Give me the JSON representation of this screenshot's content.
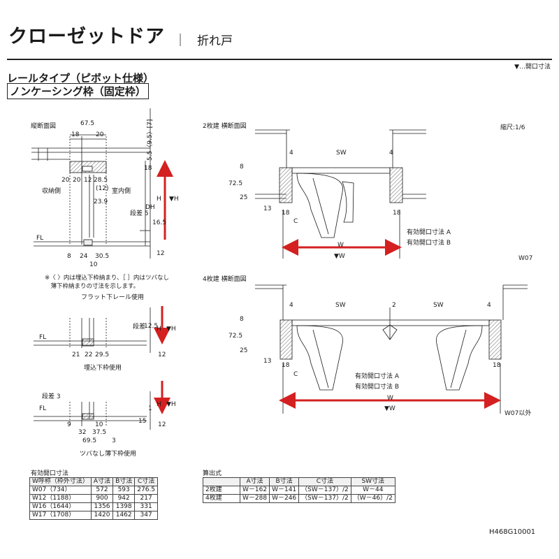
{
  "header": {
    "title": "クローゼットドア",
    "separator": "｜",
    "subtitle": "折れ戸",
    "legend": "▼…開口寸法"
  },
  "section": {
    "rail_type": "レールタイプ（ピボット仕様）",
    "frame_type": "ノンケーシング枠（固定枠）"
  },
  "vertical_section": {
    "title": "縦断面図",
    "storage_side": "収納側",
    "room_side": "室内側",
    "fl": "FL",
    "dims": {
      "d67_5": "67.5",
      "d18": "18",
      "d20a": "20",
      "d20b": "20",
      "d20c": "20",
      "d12a": "12",
      "d28_5": "28.5",
      "d12p": "(12)",
      "d23_9": "23.9",
      "d8": "8",
      "d24": "24",
      "d30_5": "30.5",
      "d10": "10",
      "d18v": "18",
      "d5": "5",
      "d16_5": "16.5",
      "dh": "DH",
      "h": "H",
      "hmark": "▼H",
      "d12v": "12",
      "dansa5": "段差 5",
      "top_note": "5.5〈9.5〉[7]"
    },
    "notes": [
      "※〈 〉内は埋込下枠納まり、［ ］内はツバなし",
      "　薄下枠納まりの寸法を示します。"
    ],
    "caption": "フラット下レール使用"
  },
  "detail_embedded": {
    "fl": "FL",
    "dansa": "段差",
    "d12_5": "12.5",
    "d21": "21",
    "d22": "22",
    "d29_5": "29.5",
    "d12": "12",
    "h": "H",
    "hmark": "▼H",
    "caption": "埋込下枠使用"
  },
  "detail_thin": {
    "fl": "FL",
    "dansa3": "段差 3",
    "d1": "1",
    "d15": "15",
    "d9": "9",
    "d10": "10",
    "d32": "32",
    "d37_5": "37.5",
    "d69_5": "69.5",
    "d3": "3",
    "d12": "12",
    "h": "H",
    "hmark": "▼H",
    "caption": "ツバなし薄下枠使用"
  },
  "plan_2": {
    "title": "2枚建 横断面図",
    "scale": "縮尺:1/6",
    "sw": "SW",
    "d4a": "4",
    "d4b": "4",
    "d8": "8",
    "d72_5": "72.5",
    "d25": "25",
    "d13": "13",
    "d18a": "18",
    "d18b": "18",
    "c": "C",
    "a_label": "有効開口寸法 A",
    "b_label": "有効開口寸法 B",
    "w": "W",
    "wmark": "▼W",
    "model": "W07"
  },
  "plan_4": {
    "title": "4枚建 横断面図",
    "sw1": "SW",
    "sw2": "SW",
    "d2": "2",
    "d4a": "4",
    "d4b": "4",
    "d8": "8",
    "d72_5": "72.5",
    "d25": "25",
    "d13": "13",
    "d18a": "18",
    "d18b": "18",
    "c": "C",
    "a_label": "有効開口寸法 A",
    "b_label": "有効開口寸法 B",
    "w": "W",
    "wmark": "▼W",
    "model": "W07以外"
  },
  "effective_table": {
    "title": "有効開口寸法",
    "headers": [
      "W呼称（枠外寸法）",
      "A寸法",
      "B寸法",
      "C寸法"
    ],
    "rows": [
      [
        "W07（734）",
        "572",
        "593",
        "276.5"
      ],
      [
        "W12（1188）",
        "900",
        "942",
        "217"
      ],
      [
        "W16（1644）",
        "1356",
        "1398",
        "331"
      ],
      [
        "W17（1708）",
        "1420",
        "1462",
        "347"
      ]
    ]
  },
  "formula_table": {
    "title": "算出式",
    "headers": [
      "",
      "A寸法",
      "B寸法",
      "C寸法",
      "SW寸法"
    ],
    "rows": [
      [
        "2枚建",
        "W－162",
        "W－141",
        "（SW－137）/2",
        "W－44"
      ],
      [
        "4枚建",
        "W－288",
        "W－246",
        "（SW－137）/2",
        "（W－46）/2"
      ]
    ]
  },
  "footer": {
    "code": "H468G10001"
  },
  "colors": {
    "accent": "#d42020",
    "hatch": "#555555",
    "line": "#1a1a1a"
  }
}
